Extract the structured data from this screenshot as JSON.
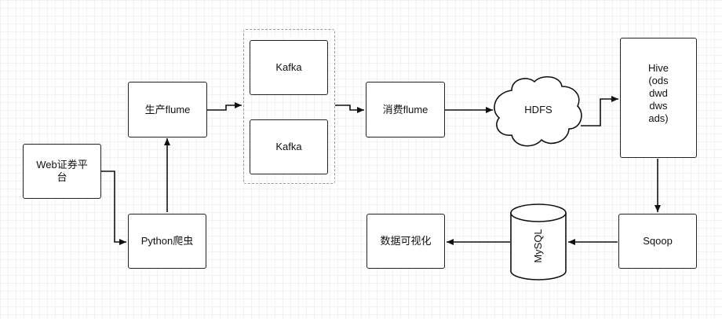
{
  "nodes": {
    "web": "Web证券平台",
    "python": "Python爬虫",
    "produce": "生产flume",
    "kafka1": "Kafka",
    "kafka2": "Kafka",
    "consume": "消费flume",
    "hdfs": "HDFS",
    "hive": "Hive\n(ods\ndwd\ndws\nads)",
    "sqoop": "Sqoop",
    "mysql": "MySQL",
    "viz": "数据可视化"
  }
}
